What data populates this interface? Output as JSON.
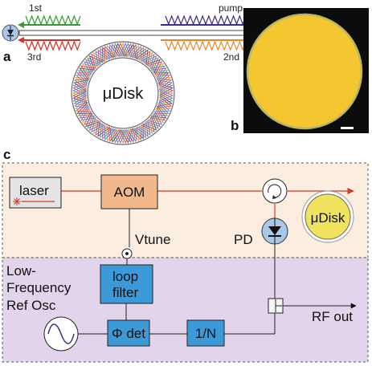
{
  "panel_a": {
    "letter": "a",
    "labels": {
      "first": "1st",
      "pump": "pump",
      "third": "3rd",
      "second": "2nd",
      "disk": "μDisk"
    },
    "colors": {
      "first": "#3a9a3a",
      "pump": "#3b2d8c",
      "third": "#d2342a",
      "second": "#e58a2a",
      "ring_outline": "#6a6a6a",
      "detector_fill": "#a9c7e8"
    },
    "ring_wave_colors": [
      "#3a9a3a",
      "#3b2d8c",
      "#d2342a",
      "#e58a2a",
      "#2f7fc0",
      "#b23aa0"
    ]
  },
  "panel_b": {
    "letter": "b",
    "colors": {
      "background": "#0c0c0c",
      "disk_fill": "#f4c630",
      "disk_rim": "#b8b468",
      "scale_bar": "#ffffff"
    }
  },
  "panel_c": {
    "letter": "c",
    "blocks": {
      "laser": "laser",
      "aom": "AOM",
      "disk": "μDisk",
      "pd": "PD",
      "vtune": "Vtune",
      "loop_filter": "loop filter",
      "phase_det": "Φ det",
      "divider": "1/N",
      "rf_out": "RF out",
      "ref_osc": "Low- Frequency Ref Osc"
    },
    "colors": {
      "optical_region": "#fbeee0",
      "electronic_region": "#e2d4ea",
      "optical_line": "#d23a2a",
      "aom_fill": "#f2b98c",
      "laser_fill": "#e4e4e4",
      "blue_block": "#3c9ad8",
      "disk_fill": "#f2e35e"
    }
  }
}
